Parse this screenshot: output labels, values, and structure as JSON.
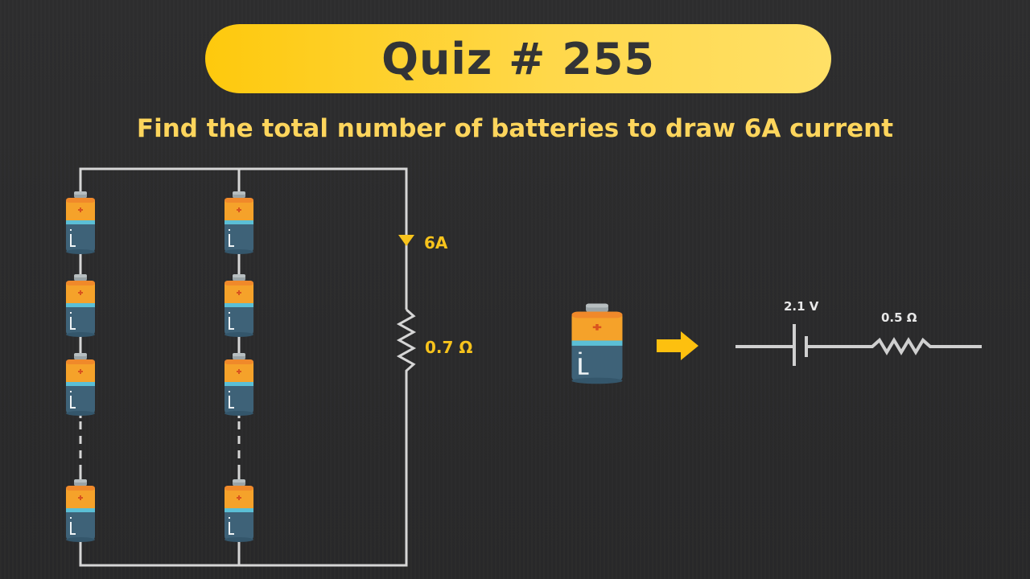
{
  "header": {
    "title": "Quiz # 255",
    "question": "Find the total number of batteries to draw 6A current"
  },
  "circuit": {
    "current_label": "6A",
    "load_resistance_label": "0.7 Ω",
    "columns": [
      {
        "name": "left-branch",
        "visible_batteries": 4,
        "has_ellipsis": true
      },
      {
        "name": "right-branch",
        "visible_batteries": 4,
        "has_ellipsis": true
      }
    ]
  },
  "cell_model": {
    "emf_label": "2.1 V",
    "internal_resistance_label": "0.5 Ω"
  },
  "colors": {
    "accent_yellow": "#fec90d",
    "label_yellow": "#f7c31c",
    "battery_orange": "#f5a22a",
    "battery_teal": "#5bbfd6",
    "battery_body": "#3e6278",
    "wire": "#d6d6d6",
    "background": "#2b2b2c"
  }
}
